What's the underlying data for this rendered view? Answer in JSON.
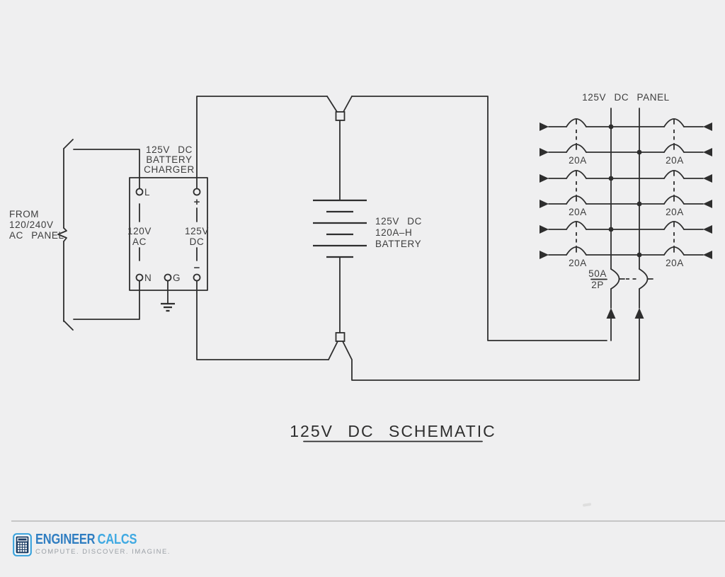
{
  "colors": {
    "background": "#EFEFF0",
    "line": "#2E2E2E",
    "text": "#3D3D3D",
    "divider": "#C6C6C6",
    "brand_primary_blue": "#2F7DC1",
    "brand_secondary_blue": "#3FA9E2",
    "tagline_gray": "#9BA0A6",
    "icon_border_blue": "#3BA2DC",
    "icon_body_navy": "#1C3D64"
  },
  "schematic": {
    "title": "125V DC SCHEMATIC",
    "ac_source": {
      "line1": "FROM",
      "line2": "120/240V",
      "line3": "AC PANEL"
    },
    "charger": {
      "name_line1": "125V DC",
      "name_line2": "BATTERY",
      "name_line3": "CHARGER",
      "terminal_l": "L",
      "terminal_n": "N",
      "terminal_g": "G",
      "polarity_plus": "+",
      "polarity_minus": "−",
      "input_line1": "120V",
      "input_line2": "AC",
      "output_line1": "125V",
      "output_line2": "DC"
    },
    "battery": {
      "line1": "125V DC",
      "line2": "120A–H",
      "line3": "BATTERY"
    },
    "panel": {
      "title": "125V DC PANEL",
      "branch_breaker_rating": "20A",
      "main_breaker_rating": "50A",
      "main_breaker_poles": "2P"
    }
  },
  "footer": {
    "brand_word1": "ENGINEER",
    "brand_word2": "CALCS",
    "tagline": "COMPUTE. DISCOVER. IMAGINE."
  }
}
